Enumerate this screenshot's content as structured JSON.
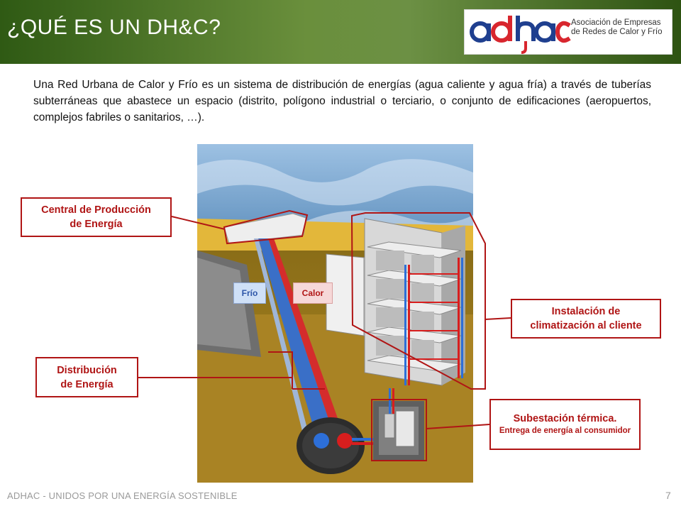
{
  "header": {
    "title": "¿QUÉ ES UN DH&C?"
  },
  "logo": {
    "wordmark": "adhac",
    "tagline": "Asociación de Empresas de Redes de Calor y Frío",
    "colors": {
      "primary": "#d8262e",
      "secondary": "#1f3f8f"
    }
  },
  "intro": "Una Red Urbana de Calor y Frío es un sistema de distribución de energías (agua caliente y agua fría) a través de tuberías subterráneas que abastece un espacio (distrito, polígono industrial o terciario, o conjunto de edificaciones (aeropuertos, complejos fabriles o sanitarios, …).",
  "diagram": {
    "pipe_labels": {
      "cold": "Frío",
      "hot": "Calor"
    },
    "callouts": {
      "central": {
        "line1": "Central de Producción",
        "line2": "de Energía"
      },
      "distribution": {
        "line1": "Distribución",
        "line2": "de Energía"
      },
      "installation": {
        "line1": "Instalación de",
        "line2": "climatización al cliente"
      },
      "substation": {
        "title": "Subestación térmica.",
        "subtitle": "Entrega de energía al consumidor"
      }
    },
    "colors": {
      "callout": "#b01515",
      "cold_pipe": "#2d6fd8",
      "hot_pipe": "#d81e1e"
    }
  },
  "footer": {
    "text": "ADHAC - UNIDOS POR UNA ENERGÍA SOSTENIBLE",
    "page": "7"
  }
}
